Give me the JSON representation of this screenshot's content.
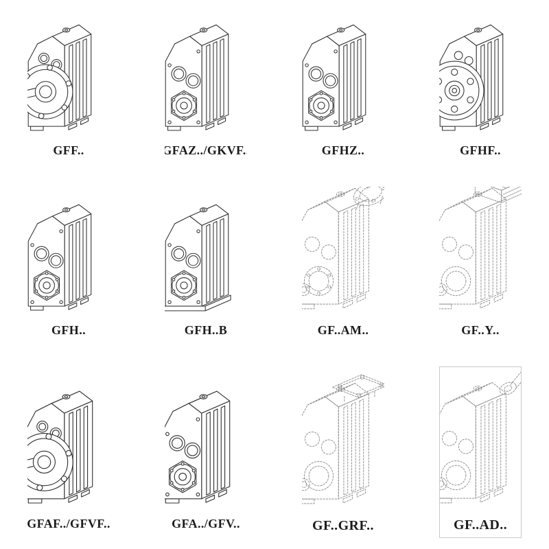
{
  "page": {
    "type": "gear-reducer-catalog-drawings",
    "background": "#ffffff",
    "solid_line_color": "#303030",
    "ghost_line_color": "#8f8f8f"
  },
  "catalog": {
    "items": [
      {
        "label": "GFF..",
        "style": "solid"
      },
      {
        "label": "GFAZ../GKVF..",
        "style": "solid"
      },
      {
        "label": "GFHZ..",
        "style": "solid"
      },
      {
        "label": "GFHF..",
        "style": "solid"
      },
      {
        "label": "GFH..",
        "style": "solid"
      },
      {
        "label": "GFH..B",
        "style": "solid"
      },
      {
        "label": "GF..AM..",
        "style": "ghost-dashed"
      },
      {
        "label": "GF..Y..",
        "style": "ghost-dashed"
      },
      {
        "label": "GFAF../GFVF..",
        "style": "solid"
      },
      {
        "label": "GFA../GFV..",
        "style": "solid"
      },
      {
        "label": "GF..GRF..",
        "style": "ghost-dashed"
      },
      {
        "label": "GF..AD..",
        "style": "ghost-dashed"
      }
    ]
  }
}
